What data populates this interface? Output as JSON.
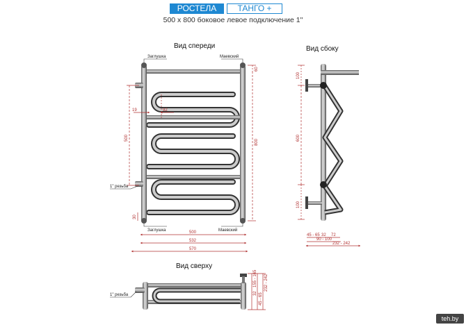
{
  "header": {
    "brand_left": "РОСТЕЛА",
    "brand_right": "ТАНГО +",
    "subtitle": "500 x 800 боковое левое подключение 1\""
  },
  "front_view": {
    "title": "Вид спереди",
    "label_plug_top": "Заглушка",
    "label_valve_top": "Маевский",
    "label_plug_bottom": "Заглушка",
    "label_valve_bottom": "Маевский",
    "label_thread": "1\" резьба",
    "dim_19": "19",
    "dim_92": "92",
    "dim_500_vertical": "500",
    "dim_60": "60",
    "dim_800": "800",
    "dim_30": "30",
    "dim_500": "500",
    "dim_532": "532",
    "dim_570": "570"
  },
  "side_view": {
    "title": "Вид сбоку",
    "dim_100_top": "100",
    "dim_600": "600",
    "dim_100_bottom": "100",
    "dim_45_65": "45 - 65",
    "dim_32": "32",
    "dim_72": "72",
    "dim_90_100": "90 - 100",
    "dim_232_242": "232 - 242"
  },
  "top_view": {
    "title": "Вид сверху",
    "label_thread": "1\" резьба",
    "dim_155_165": "155 - 165",
    "dim_32": "32",
    "dim_45_65": "45 - 65",
    "dim_232_242": "232 - 242"
  },
  "watermark": "teh.by"
}
